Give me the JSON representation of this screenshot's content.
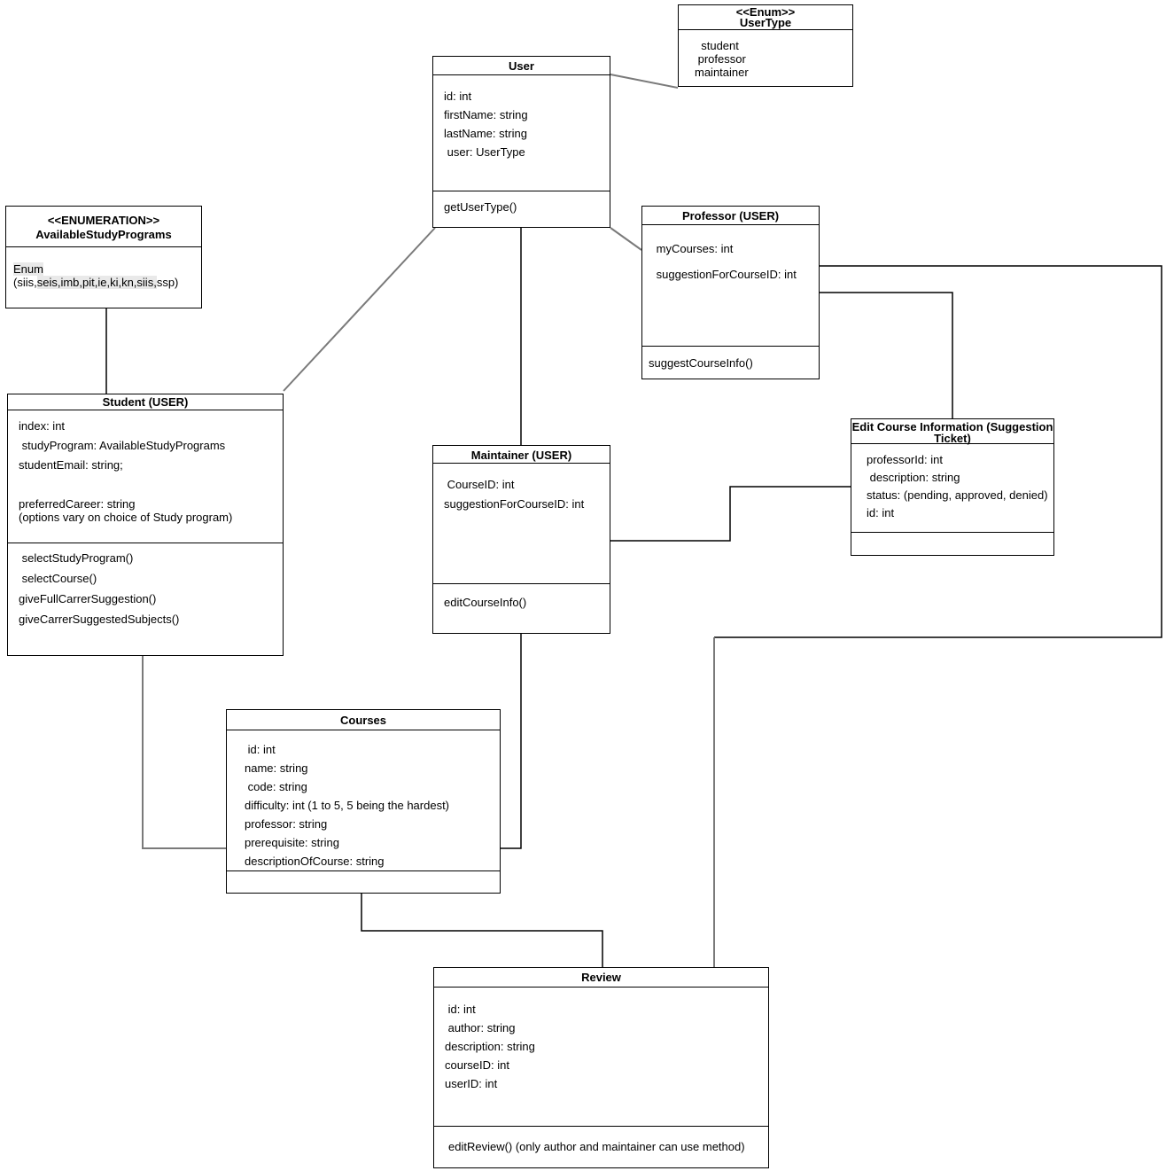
{
  "diagram": {
    "type": "uml-class-diagram",
    "background": "#ffffff",
    "line_colors": {
      "black": "#000000",
      "gray": "#7a7a7a"
    },
    "highlight_color": "#e9e9e9",
    "classes": {
      "usertype": {
        "title": "<<Enum>>\nUserType",
        "attributes": [
          "  student",
          " professor",
          "maintainer"
        ]
      },
      "user": {
        "title": "User",
        "attributes": [
          "id: int",
          "firstName: string",
          "lastName: string",
          " user: UserType"
        ],
        "methods": [
          "getUserType()"
        ]
      },
      "available_study_programs": {
        "title": "<<ENUMERATION>>\nAvailableStudyPrograms",
        "enum_text": {
          "p1": "Enum",
          "p2": " (siis,",
          "p3": "seis,imb,pit,ie,ki,kn,siis,",
          "p4": "ssp)"
        }
      },
      "student": {
        "title": "Student (USER)",
        "attributes": [
          "index: int",
          " studyProgram: AvailableStudyPrograms",
          "studentEmail: string;",
          "",
          "preferredCareer: string\n(options vary on choice of Study program)"
        ],
        "methods": [
          " selectStudyProgram()",
          " selectCourse()",
          "giveFullCarrerSuggestion()",
          "giveCarrerSuggestedSubjects()"
        ]
      },
      "professor": {
        "title": "Professor (USER)",
        "attributes": [
          " myCourses: int",
          " suggestionForCourseID: int"
        ],
        "methods": [
          "suggestCourseInfo()"
        ]
      },
      "maintainer": {
        "title": "Maintainer (USER)",
        "attributes": [
          " CourseID: int",
          "suggestionForCourseID: int"
        ],
        "methods": [
          "editCourseInfo()"
        ]
      },
      "edit_course_info": {
        "title": "Edit Course Information (Suggestion\nTicket)",
        "attributes": [
          "professorId: int",
          " description: string",
          "status: (pending, approved, denied)",
          "id: int"
        ],
        "methods": []
      },
      "courses": {
        "title": "Courses",
        "attributes": [
          " id: int",
          "name: string",
          " code: string",
          "difficulty: int (1 to 5, 5 being the hardest)",
          "professor: string",
          "prerequisite: string",
          "descriptionOfCourse: string"
        ],
        "methods": []
      },
      "review": {
        "title": "Review",
        "attributes": [
          " id: int",
          " author: string",
          "description: string",
          "courseID: int",
          "userID: int"
        ],
        "methods": [
          "editReview() (only author and maintainer can use method)"
        ]
      }
    }
  }
}
